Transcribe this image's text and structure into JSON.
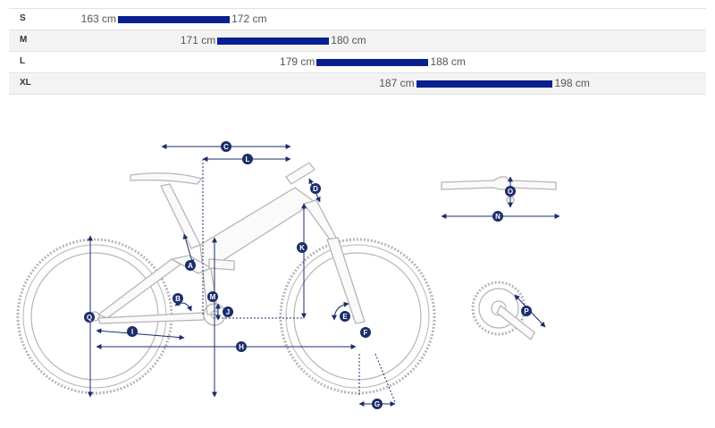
{
  "size_table": {
    "rows": [
      {
        "size": "S",
        "min_label": "163 cm",
        "max_label": "172 cm",
        "min": 163,
        "max": 172
      },
      {
        "size": "M",
        "min_label": "171 cm",
        "max_label": "180 cm",
        "min": 171,
        "max": 180
      },
      {
        "size": "L",
        "min_label": "179 cm",
        "max_label": "188 cm",
        "min": 179,
        "max": 188
      },
      {
        "size": "XL",
        "min_label": "187 cm",
        "max_label": "198 cm",
        "min": 187,
        "max": 198
      }
    ],
    "bar_color": "#0a1f8f"
  },
  "geometry_diagram": {
    "marker_color": "#1b2d6b",
    "frame_color": "#b5b5b5",
    "markers": [
      "A",
      "B",
      "C",
      "D",
      "E",
      "F",
      "G",
      "H",
      "I",
      "J",
      "K",
      "L",
      "M",
      "N",
      "O",
      "P",
      "Q"
    ]
  }
}
